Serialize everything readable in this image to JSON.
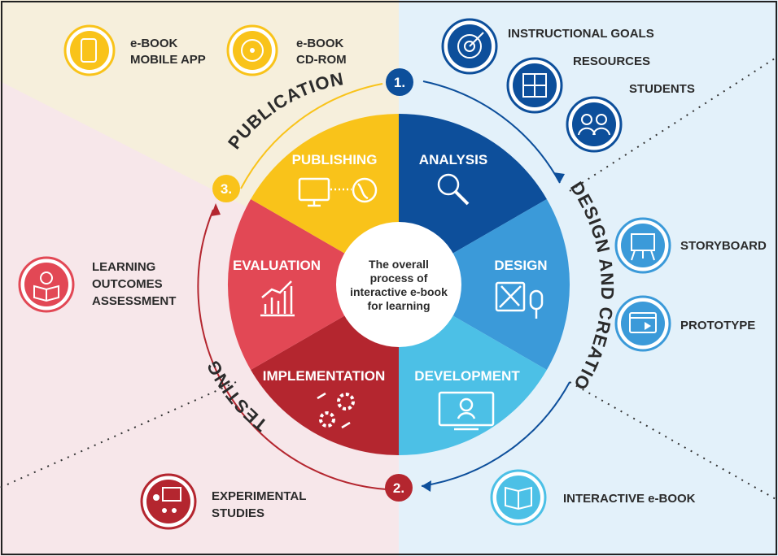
{
  "center_text": [
    "The overall",
    "process of",
    "interactive e-book",
    "for learning"
  ],
  "segments": {
    "publishing": "PUBLISHING",
    "analysis": "ANALYSIS",
    "design": "DESIGN",
    "development": "DEVELOPMENT",
    "implementation": "IMPLEMENTATION",
    "evaluation": "EVALUATION"
  },
  "phases": {
    "publication": "PUBLICATION",
    "design_creation": "DESIGN AND CREATION",
    "testing": "TESTING"
  },
  "steps": [
    "1.",
    "2.",
    "3."
  ],
  "outer_items": {
    "ebook_mobile": [
      "e-BOOK",
      "MOBILE APP"
    ],
    "ebook_cd": [
      "e-BOOK",
      "CD-ROM"
    ],
    "instructional_goals": "INSTRUCTIONAL GOALS",
    "resources": "RESOURCES",
    "students": "STUDENTS",
    "storyboard": "STORYBOARD",
    "prototype": "PROTOTYPE",
    "interactive_ebook": "INTERACTIVE e-BOOK",
    "experimental": [
      "EXPERIMENTAL",
      "STUDIES"
    ],
    "learning_outcomes": [
      "LEARNING",
      "OUTCOMES",
      "ASSESSMENT"
    ]
  },
  "colors": {
    "yellow": "#f9c31a",
    "dark_blue": "#0d4f9b",
    "mid_blue": "#3b9ad9",
    "light_blue": "#4cc0e6",
    "dark_red": "#b4262f",
    "red": "#e24855",
    "bg_yellow": "#f6efdc",
    "bg_blue": "#e3f1fa",
    "bg_pink": "#f7e7ea"
  }
}
